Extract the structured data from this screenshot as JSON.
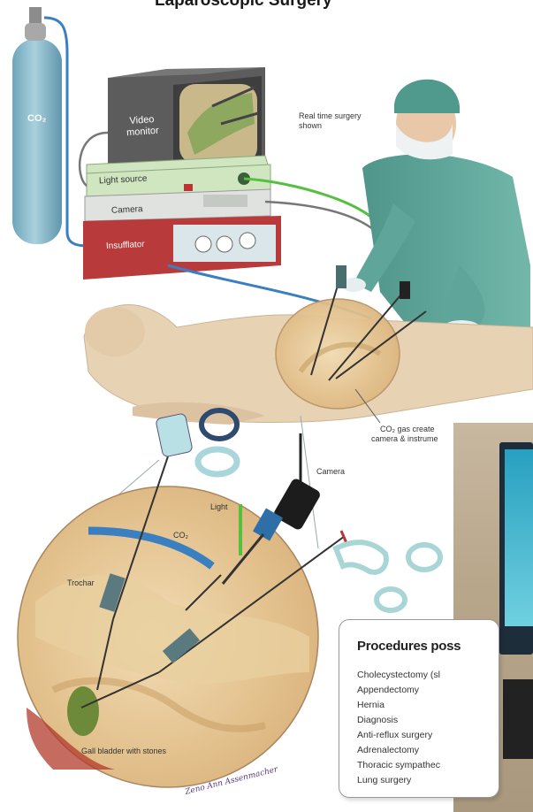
{
  "title": "Laparoscopic Surgery",
  "labels": {
    "co2_tank": "CO₂",
    "video_monitor": "Video monitor",
    "light_source": "Light source",
    "camera_unit": "Camera",
    "insufflator": "Insufflator",
    "real_time": "Real time surgery shown",
    "co2_gas_note_line1": "CO₂ gas create",
    "co2_gas_note_line2": "camera & instrume",
    "camera_cable": "Camera",
    "light_cable": "Light",
    "co2_tube": "CO₂",
    "trochar": "Trochar",
    "gall_bladder": "Gall bladder with stones",
    "signature": "Zeno Ann Assenmacher"
  },
  "procedures": {
    "heading": "Procedures poss",
    "items": [
      "Cholecystectomy (sl",
      "Appendectomy",
      "Hernia",
      "Diagnosis",
      "Anti-reflux surgery",
      "Adrenalectomy",
      "Thoracic sympathec",
      "Lung surgery"
    ]
  },
  "colors": {
    "co2_tank": "#7fb3c6",
    "monitor": "#5a5a5a",
    "light_source": "#cfe6c0",
    "camera_unit": "#d9ddd9",
    "insufflator": "#b83a3a",
    "blue_tube": "#3a7fc0",
    "green_cable": "#55c040",
    "scrubs": "#5fa59a",
    "skin": "#e8d2b4",
    "cavity": "#e6c99a"
  }
}
